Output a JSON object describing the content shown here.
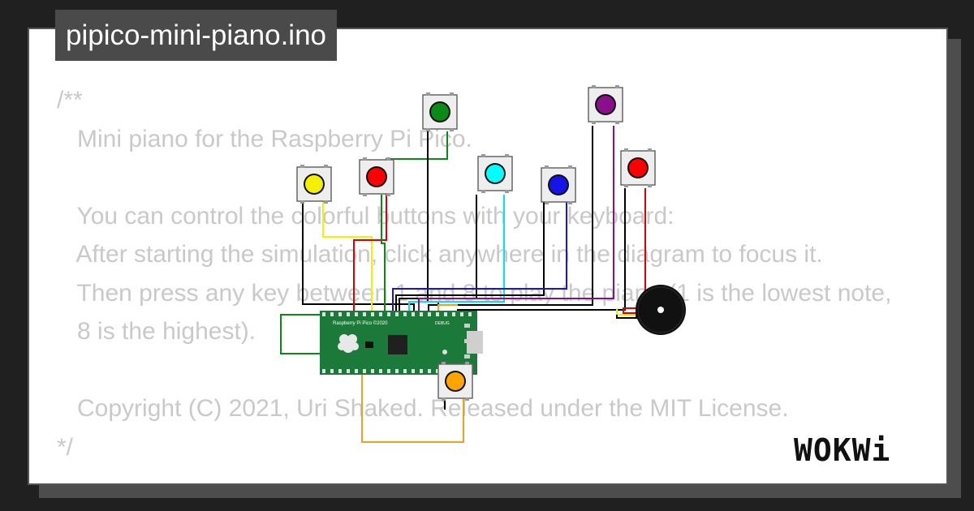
{
  "project": {
    "filename": "pipico-mini-piano.ino"
  },
  "code_comment": {
    "lines": [
      "/**",
      "   Mini piano for the Raspberry Pi Pico.",
      "",
      "   You can control the colorful buttons with your keyboard:",
      "   After starting the simulation, click anywhere in the diagram to focus it.",
      "   Then press any key between 1 and 8 to play the piano (1 is the lowest note,",
      "   8 is the highest).",
      "",
      "   Copyright (C) 2021, Uri Shaked. Released under the MIT License.",
      "*/"
    ]
  },
  "diagram": {
    "board": {
      "label": "Raspberry Pi Pico ©2020",
      "debug_label": "DEBUG",
      "color": "#1b7a3a"
    },
    "buttons": [
      {
        "name": "yellow",
        "color": "#f5ef00"
      },
      {
        "name": "red",
        "color": "#ff0000"
      },
      {
        "name": "green",
        "color": "#0a8a16"
      },
      {
        "name": "cyan",
        "color": "#00ffff"
      },
      {
        "name": "blue",
        "color": "#1414e6"
      },
      {
        "name": "purple",
        "color": "#8a0f8a"
      },
      {
        "name": "red",
        "color": "#ff0000"
      },
      {
        "name": "orange",
        "color": "#ffa500"
      }
    ],
    "buzzer": {
      "color": "#111111"
    }
  },
  "branding": {
    "logo": "WOKWi"
  }
}
